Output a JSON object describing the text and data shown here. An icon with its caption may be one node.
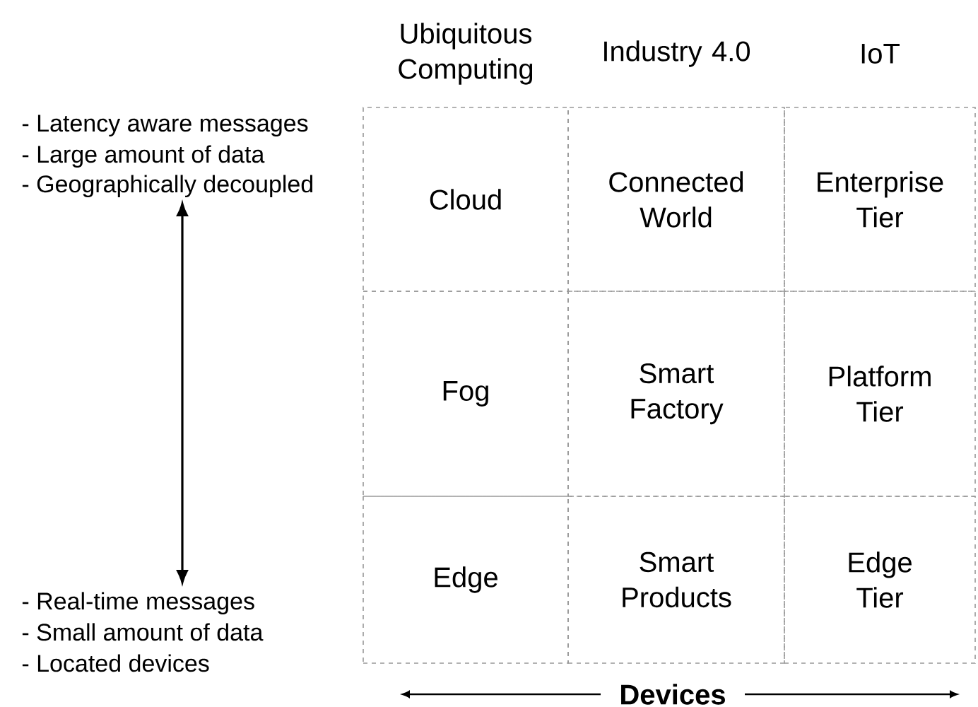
{
  "diagram": {
    "nodes": [
      {
        "text": [
          "Cloud"
        ]
      },
      {
        "text": [
          "Connected World"
        ]
      },
      {
        "text": [
          "Enterprise Tier"
        ]
      },
      {
        "text": [
          "Fog"
        ]
      },
      {
        "text": [
          "Smart Factory"
        ]
      },
      {
        "text": [
          "Platform Tier"
        ]
      },
      {
        "text": [
          "Edge"
        ]
      },
      {
        "text": [
          "Smart Products"
        ]
      },
      {
        "text": [
          "Edge Tier"
        ]
      }
    ],
    "labels": [
      "Ubiquitous Computing",
      "Industry 4.0",
      "IoT",
      "- Latency aware messages",
      "- Large amount of data",
      "- Geographically decoupled",
      "- Real-time messages",
      "- Small amount of data",
      "- Located devices",
      "Devices"
    ]
  }
}
